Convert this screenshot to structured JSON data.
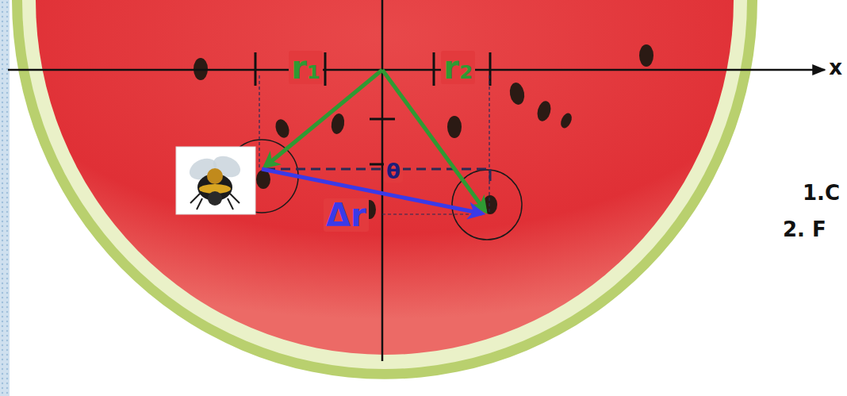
{
  "diagram": {
    "labels": [
      "r₁",
      "r₂",
      "x",
      "θ",
      "Δr",
      "1.C",
      "2. F"
    ]
  }
}
